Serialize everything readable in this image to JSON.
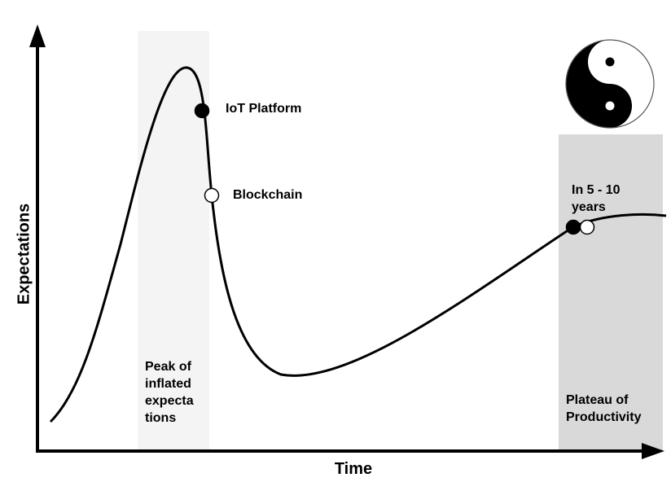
{
  "axes": {
    "x_label": "Time",
    "y_label": "Expectations"
  },
  "phases": {
    "peak": {
      "label_lines": [
        "Peak of",
        "inflated",
        "expecta",
        "tions"
      ],
      "shade_color": "#f4f4f4"
    },
    "plateau": {
      "label_lines": [
        "Plateau of",
        "Productivity"
      ],
      "shade_color": "#d9d9d9"
    }
  },
  "markers": {
    "iot_platform": {
      "label": "IoT Platform",
      "fill": "#000000"
    },
    "blockchain": {
      "label": "Blockchain",
      "fill": "#ffffff"
    }
  },
  "future_estimate": {
    "label_lines": [
      "In 5 - 10",
      "years"
    ]
  },
  "icons": {
    "balance": "yin-yang-icon"
  },
  "colors": {
    "curve": "#000000",
    "axis": "#000000",
    "background": "#ffffff"
  }
}
